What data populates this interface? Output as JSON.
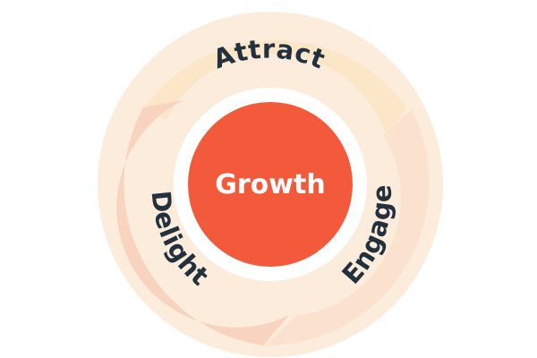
{
  "diagram": {
    "center": {
      "label": "Growth",
      "color": "#f25a3b"
    },
    "stages": [
      {
        "id": "attract",
        "label": "Attract",
        "color": "#fbe6c8"
      },
      {
        "id": "engage",
        "label": "Engage",
        "color": "#fbe2cf"
      },
      {
        "id": "delight",
        "label": "Delight",
        "color": "#f8d4c0"
      }
    ],
    "colors": {
      "ring_outer": "#fcecdc",
      "ring_inner": "#ffffff",
      "label_text": "#23313f",
      "center_text": "#ffffff"
    }
  }
}
